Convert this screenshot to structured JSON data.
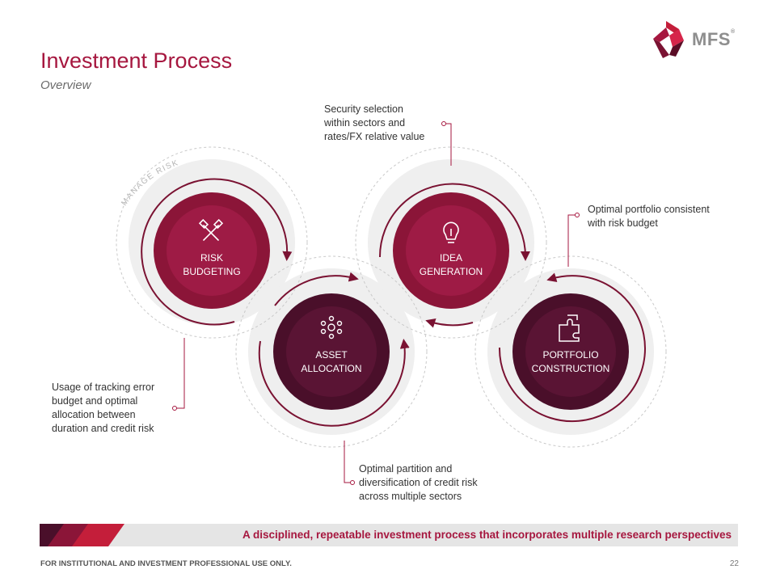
{
  "header": {
    "title": "Investment Process",
    "subtitle": "Overview",
    "logo_text": "MFS",
    "logo_mark": "®"
  },
  "diagram": {
    "arc_label": "MANAGE RISK",
    "nodes": [
      {
        "id": "risk",
        "icon": "tools-icon",
        "line1": "RISK",
        "line2": "BUDGETING"
      },
      {
        "id": "asset",
        "icon": "network-icon",
        "line1": "ASSET",
        "line2": "ALLOCATION"
      },
      {
        "id": "idea",
        "icon": "lightbulb-icon",
        "line1": "IDEA",
        "line2": "GENERATION"
      },
      {
        "id": "portfolio",
        "icon": "puzzle-icon",
        "line1": "PORTFOLIO",
        "line2": "CONSTRUCTION"
      }
    ],
    "notes": {
      "security": [
        "Security selection",
        "within sectors and",
        "rates/FX relative value"
      ],
      "optimal_portfolio": [
        "Optimal portfolio consistent",
        "with risk budget"
      ],
      "tracking_error": [
        "Usage of tracking error",
        "budget and optimal",
        "allocation between",
        "duration and credit risk"
      ],
      "partition": [
        "Optimal partition and",
        "diversification of credit risk",
        "across multiple sectors"
      ]
    }
  },
  "banner": {
    "text": "A disciplined, repeatable investment process that incorporates multiple research perspectives"
  },
  "footer": {
    "disclaimer": "FOR INSTITUTIONAL AND INVESTMENT PROFESSIONAL USE ONLY.",
    "page_number": "22"
  },
  "colors": {
    "accent": "#a6173f",
    "crimson": "#8b1538",
    "dark_maroon": "#4a0f2a",
    "halo": "#efefef"
  }
}
